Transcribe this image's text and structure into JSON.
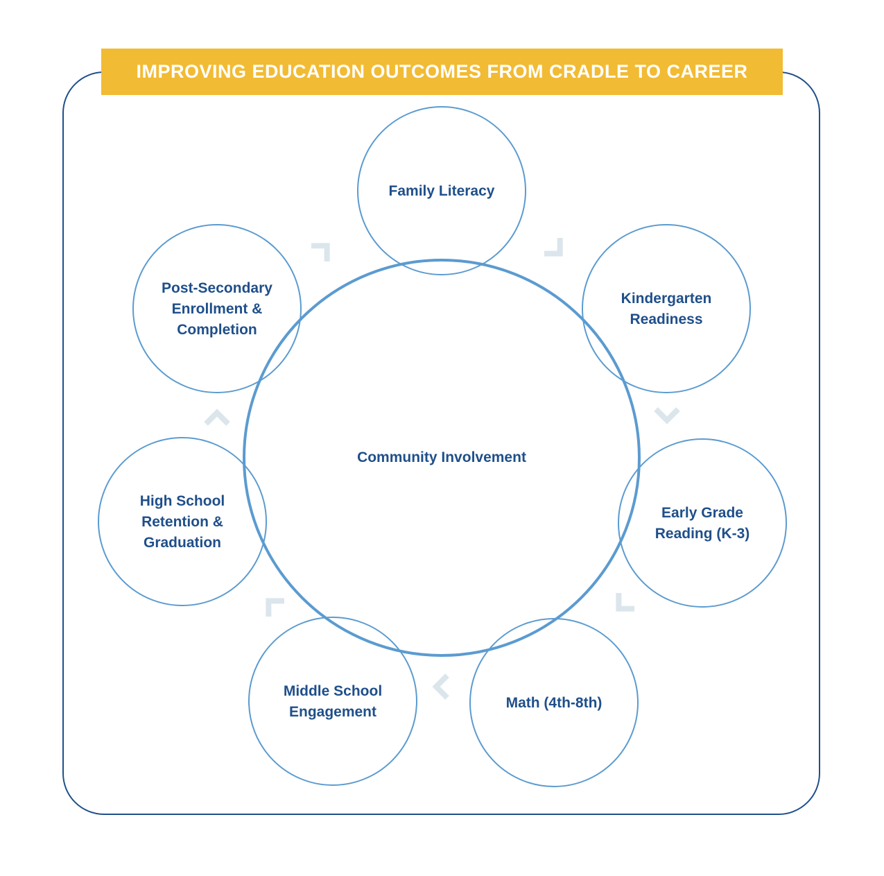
{
  "title": "IMPROVING EDUCATION OUTCOMES FROM CRADLE TO CAREER",
  "colors": {
    "banner": "#f2bb34",
    "banner_text": "#ffffff",
    "frame": "#1f4f8a",
    "circle_stroke": "#5b9bd0",
    "label_text": "#1f4f8a",
    "arrow": "#dbe6ec"
  },
  "center": {
    "label": "Community Involvement"
  },
  "stages": [
    {
      "lines": [
        "Family Literacy"
      ]
    },
    {
      "lines": [
        "Kindergarten",
        "Readiness"
      ]
    },
    {
      "lines": [
        "Early Grade",
        "Reading (K-3)"
      ]
    },
    {
      "lines": [
        "Math (4th-8th)"
      ]
    },
    {
      "lines": [
        "Middle School",
        "Engagement"
      ]
    },
    {
      "lines": [
        "High School",
        "Retention &",
        "Graduation"
      ]
    },
    {
      "lines": [
        "Post-Secondary",
        "Enrollment &",
        "Completion"
      ]
    }
  ],
  "arrow_icon": "chevron-arrow-icon"
}
